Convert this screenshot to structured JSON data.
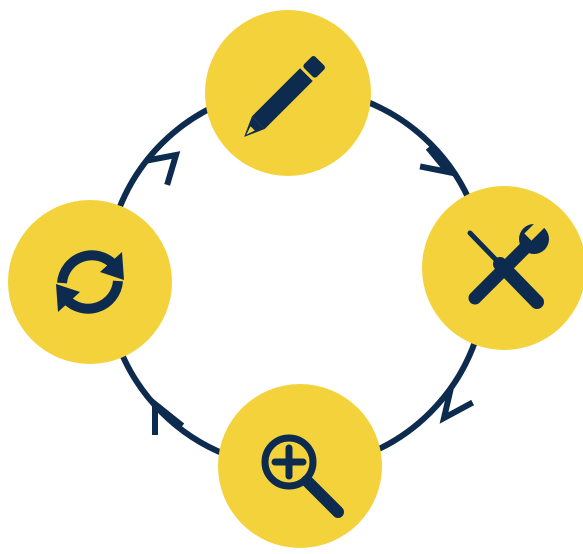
{
  "colors": {
    "node_fill": "#F4D23B",
    "ring": "#0D2B4E",
    "icon": "#0D2B4E",
    "background": "#FFFFFF"
  },
  "cycle": {
    "nodes": [
      {
        "position": "top",
        "icon": "pencil-icon"
      },
      {
        "position": "right",
        "icon": "screwdriver-wrench-icon"
      },
      {
        "position": "bottom",
        "icon": "magnifier-plus-icon"
      },
      {
        "position": "left",
        "icon": "refresh-icon"
      }
    ],
    "arrows": [
      {
        "from": "top",
        "to": "right"
      },
      {
        "from": "right",
        "to": "bottom"
      },
      {
        "from": "bottom",
        "to": "left"
      },
      {
        "from": "left",
        "to": "top"
      }
    ]
  }
}
